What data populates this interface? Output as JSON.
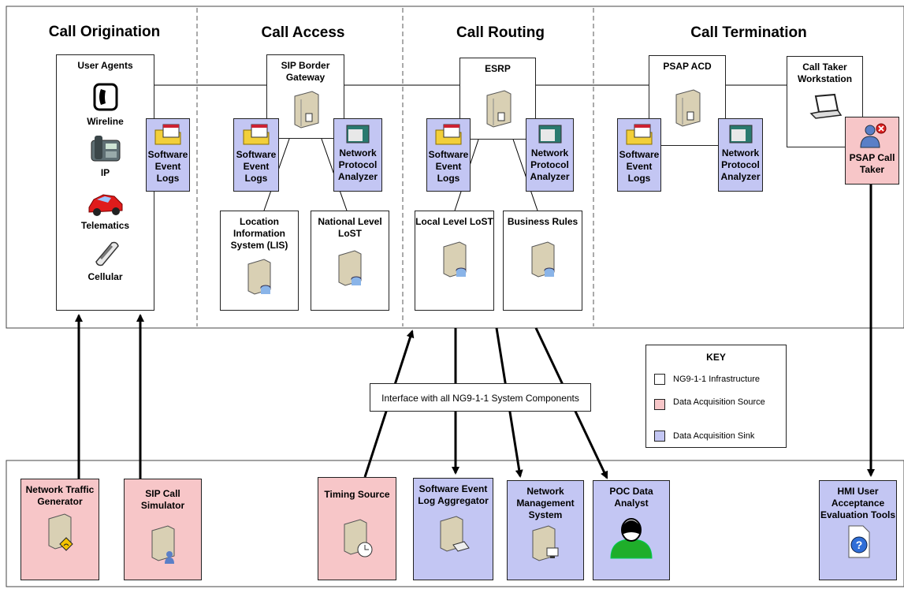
{
  "lanes": {
    "origination": "Call Origination",
    "access": "Call Access",
    "routing": "Call Routing",
    "termination": "Call Termination"
  },
  "user_agents": {
    "title": "User Agents",
    "wireline": "Wireline",
    "ip": "IP",
    "telematics": "Telematics",
    "cellular": "Cellular"
  },
  "sip_gateway": "SIP Border Gateway",
  "esrp": "ESRP",
  "psap_acd": "PSAP ACD",
  "call_taker_ws": "Call Taker Workstation",
  "psap_call_taker": "PSAP Call Taker",
  "sel": "Software Event Logs",
  "npa": "Network Protocol Analyzer",
  "lis": "Location Information System (LIS)",
  "national_lost": "National Level LoST",
  "local_lost": "Local Level LoST",
  "business_rules": "Business Rules",
  "interface_label": "Interface with all NG9-1-1 System Components",
  "key": {
    "title": "KEY",
    "infra": "NG9-1-1 Infrastructure",
    "source": "Data Acquisition Source",
    "sink": "Data Acquisition Sink",
    "colors": {
      "infra": "#ffffff",
      "source": "#f7c6c8",
      "sink": "#c3c6f3"
    }
  },
  "bottom": {
    "traffic_gen": "Network Traffic Generator",
    "sip_sim": "SIP Call Simulator",
    "timing": "Timing Source",
    "sel_agg": "Software Event Log Aggregator",
    "nms": "Network Management System",
    "poc": "POC Data Analyst",
    "hmi": "HMI User Acceptance Evaluation Tools"
  }
}
